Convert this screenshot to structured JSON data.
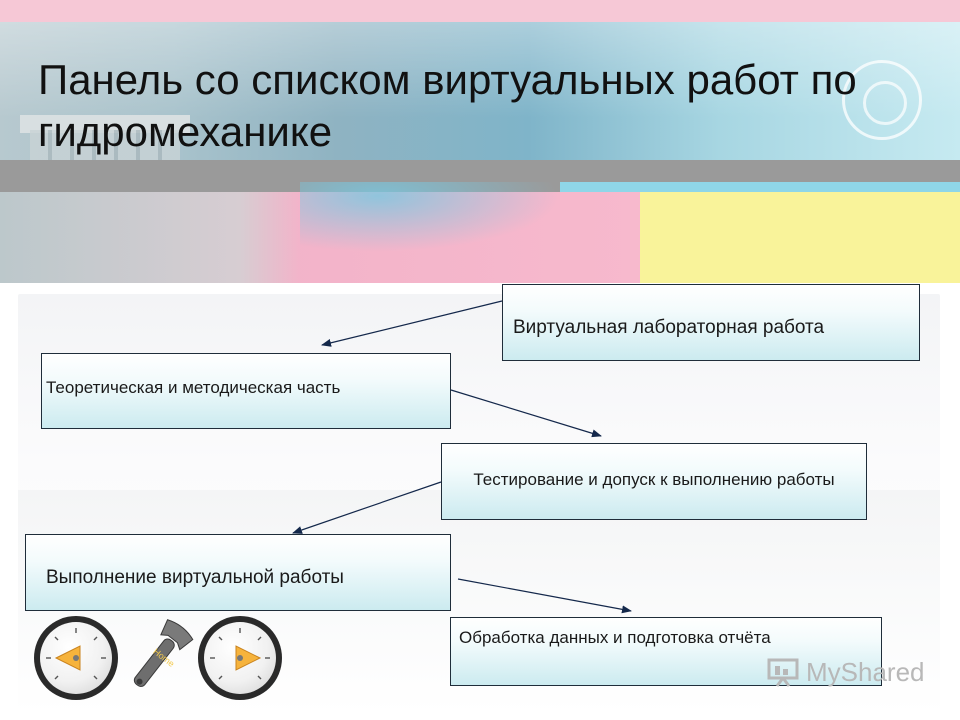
{
  "title": "Панель со списком виртуальных работ по гидромеханике",
  "diagram": {
    "boxes": [
      {
        "label": "Виртуальная лабораторная работа"
      },
      {
        "label": "Теоретическая и методическая часть"
      },
      {
        "label": "Тестирование и допуск к выполнению работы"
      },
      {
        "label": "Выполнение виртуальной работы"
      },
      {
        "label": "Обработка данных и подготовка отчёта"
      }
    ],
    "edges": [
      {
        "from": 0,
        "to": 1
      },
      {
        "from": 1,
        "to": 2
      },
      {
        "from": 2,
        "to": 3
      },
      {
        "from": 3,
        "to": 4
      }
    ]
  },
  "icons": {
    "gauge_left": "gauge-back-icon",
    "wrench": "wrench-home-icon",
    "gauge_right": "gauge-forward-icon"
  },
  "wrench_label": "Home",
  "watermark": "MyShared",
  "colors": {
    "box_fill_top": "#ffffff",
    "box_fill_bottom": "#ccebf0",
    "arrow_arrow": "#14284b",
    "nav_triangle": "#f6b33c"
  }
}
